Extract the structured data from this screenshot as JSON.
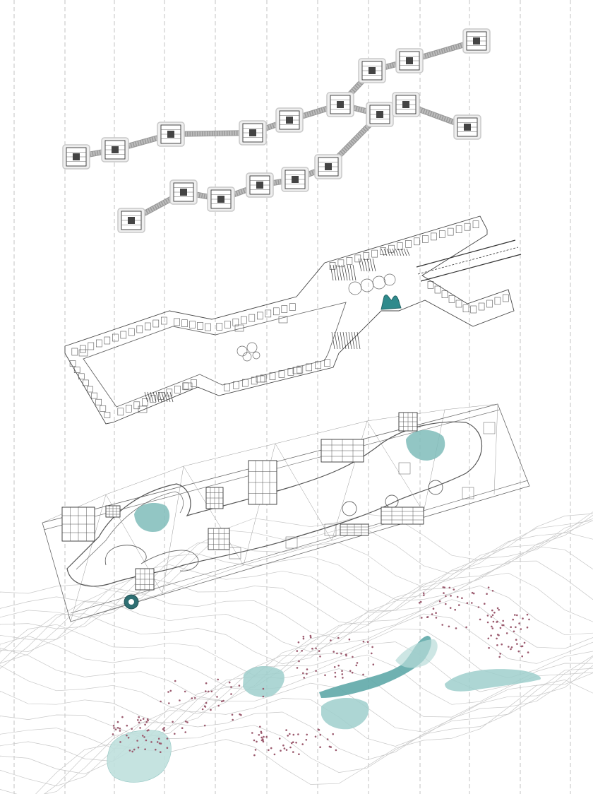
{
  "colors": {
    "background": "#ffffff",
    "ink": "#2a2a2a",
    "line": "#555555",
    "light_line": "#9a9a9a",
    "guide": "#b5b5b5",
    "corridor": "#8a8a8a",
    "teal": "#5fa9a8",
    "teal_light": "#9fcfcc",
    "dot": "#9b5a6e",
    "contour": "#c8c8c8"
  },
  "layers": [
    {
      "id": "upper-building-chain",
      "icon": "building-module-chain"
    },
    {
      "id": "ground-floor-plan",
      "icon": "floor-plan"
    },
    {
      "id": "site-plan",
      "icon": "site-paths"
    },
    {
      "id": "landscape-topography",
      "icon": "contour-map"
    }
  ]
}
